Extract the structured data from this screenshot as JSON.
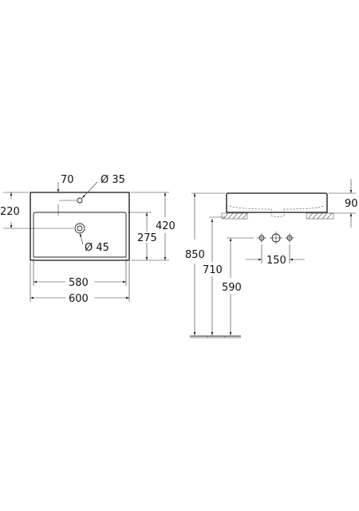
{
  "drawing": {
    "top_view": {
      "dim_tap_offset": "70",
      "dim_tap_hole": "Ø 35",
      "dim_depth_left": "220",
      "dim_inner_depth": "275",
      "dim_outer_depth": "420",
      "dim_waste": "Ø 45",
      "dim_inner_width": "580",
      "dim_outer_width": "600"
    },
    "side_view": {
      "dim_height": "90",
      "dim_floor_rim": "850",
      "dim_floor_waste": "710",
      "dim_floor_tap": "590",
      "dim_tap_spacing": "150"
    }
  }
}
